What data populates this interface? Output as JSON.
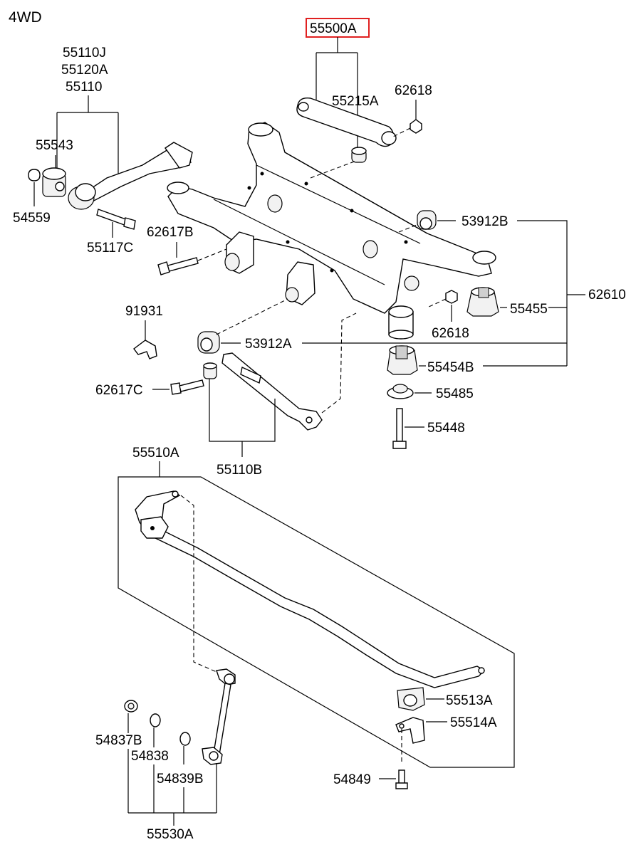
{
  "title": "4WD",
  "highlighted_part": "55500A",
  "parts": {
    "p55500A": "55500A",
    "p55215A": "55215A",
    "p62618_top": "62618",
    "p55110J": "55110J",
    "p55120A": "55120A",
    "p55110": "55110",
    "p55543": "55543",
    "p54559": "54559",
    "p55117C": "55117C",
    "p62617B": "62617B",
    "p53912B": "53912B",
    "p62610": "62610",
    "p55455": "55455",
    "p62618_mid": "62618",
    "p91931": "91931",
    "p53912A": "53912A",
    "p55454B": "55454B",
    "p62617C": "62617C",
    "p55485": "55485",
    "p55448": "55448",
    "p55110B": "55110B",
    "p55510A": "55510A",
    "p55513A": "55513A",
    "p55514A": "55514A",
    "p54837B": "54837B",
    "p54838": "54838",
    "p54839B": "54839B",
    "p54849": "54849",
    "p55530A": "55530A"
  },
  "colors": {
    "highlight": "#e02020",
    "line": "#000000"
  }
}
